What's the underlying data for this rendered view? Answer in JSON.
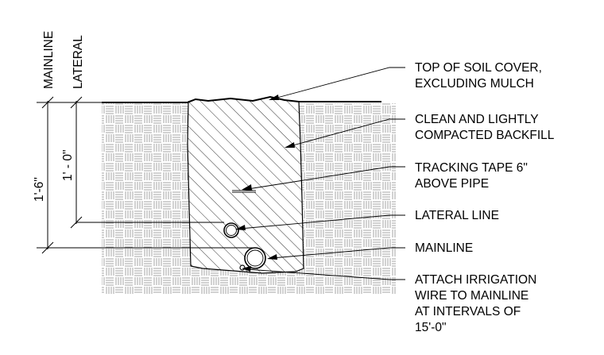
{
  "dimension_headers": {
    "mainline": "MAINLINE",
    "lateral": "LATERAL"
  },
  "dimensions": {
    "mainline_depth": "1'-6\"",
    "lateral_depth": "1' - 0\""
  },
  "callouts": {
    "top_of_soil": [
      "TOP OF SOIL COVER,",
      "EXCLUDING MULCH"
    ],
    "backfill": [
      "CLEAN AND LIGHTLY",
      "COMPACTED BACKFILL"
    ],
    "tracking_tape": [
      "TRACKING TAPE 6\"",
      "ABOVE PIPE"
    ],
    "lateral_line": [
      "LATERAL LINE"
    ],
    "mainline": [
      "MAINLINE"
    ],
    "irrigation_wire": [
      "ATTACH IRRIGATION",
      "WIRE TO MAINLINE",
      "AT INTERVALS OF",
      "15'-0\""
    ]
  },
  "colors": {
    "line": "#000000",
    "hatch": "#333333",
    "soil_texture": "#9a9a9a"
  }
}
